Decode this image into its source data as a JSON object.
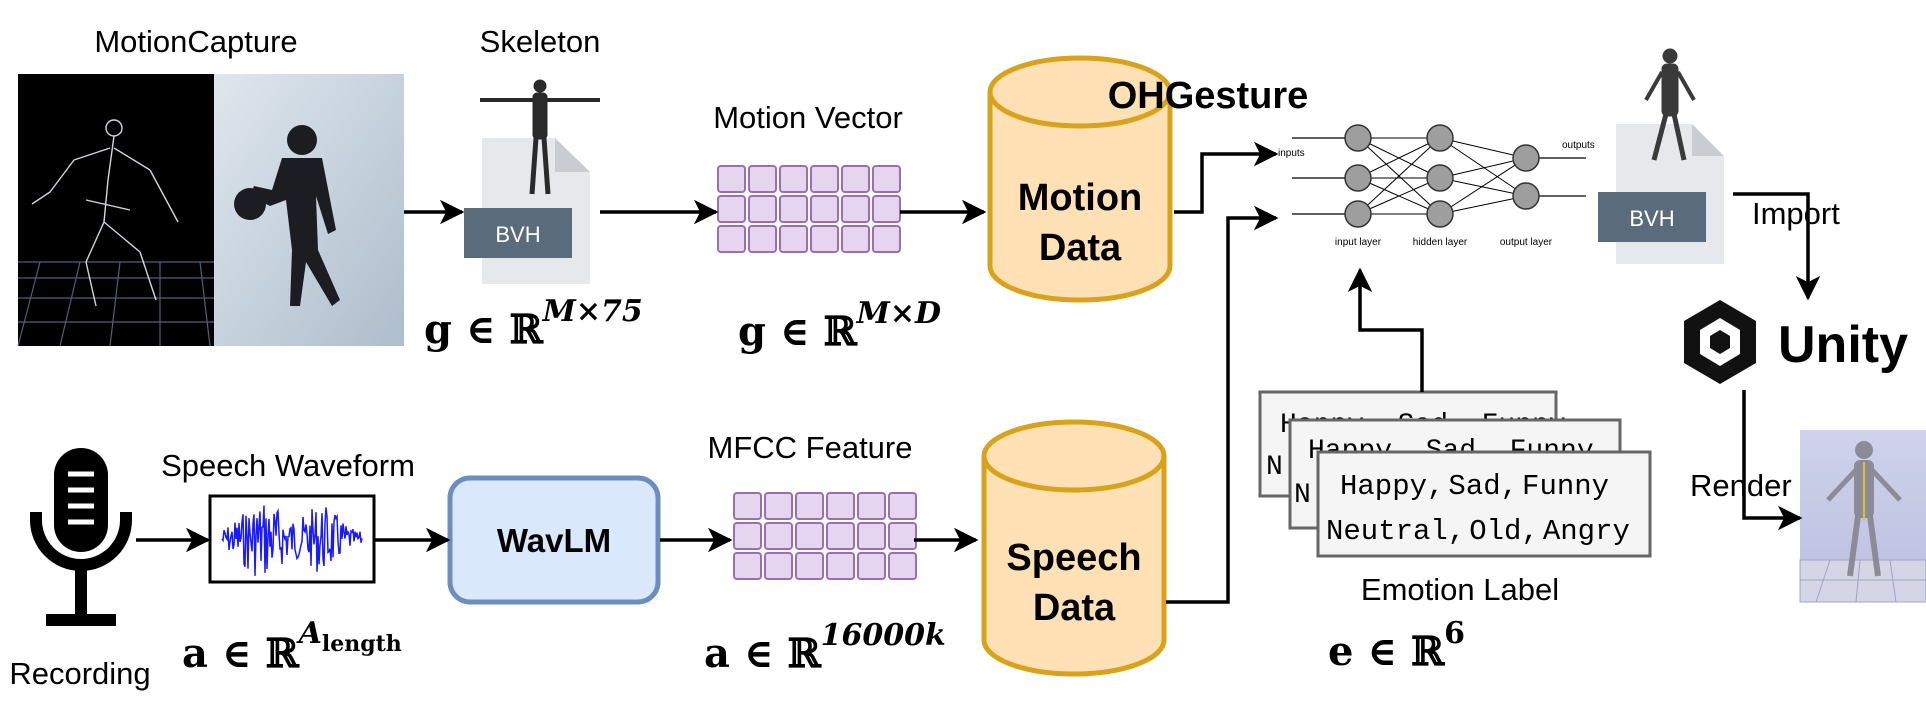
{
  "titles": {
    "motion_capture": "MotionCapture",
    "skeleton": "Skeleton",
    "motion_vector": "Motion Vector",
    "ohgesture": "OHGesture",
    "speech_waveform": "Speech Waveform",
    "mfcc_feature": "MFCC Feature",
    "emotion_label": "Emotion Label",
    "recording": "Recording"
  },
  "nodes": {
    "bvh_left": "BVH",
    "bvh_right": "BVH",
    "motion_data_l1": "Motion",
    "motion_data_l2": "Data",
    "speech_data_l1": "Speech",
    "speech_data_l2": "Data",
    "wavlm": "WavLM",
    "unity": "Unity"
  },
  "edges": {
    "import": "Import",
    "render": "Render"
  },
  "network": {
    "inputs": "inputs",
    "outputs": "outputs",
    "input_layer": "input layer",
    "hidden_layer": "hidden layer",
    "output_layer": "output layer"
  },
  "emotion": {
    "line1_a": "Happy,",
    "line1_b": "Sad,",
    "line1_c": "Funny",
    "line2_a": "Neutral,",
    "line2_b": "Old,",
    "line2_c": "Angry",
    "back_line1": "Happy, Sad, Funny",
    "back_n": "N"
  },
  "formulas": {
    "g_skeleton_base": "g ∈ ℝ",
    "g_skeleton_sup": "M×75",
    "g_motion_base": "g ∈ ℝ",
    "g_motion_sup": "M×D",
    "a_wave_base": "a ∈ ℝ",
    "a_wave_sup": "A",
    "a_wave_sub": "length",
    "a_mfcc_base": "a ∈ ℝ",
    "a_mfcc_sup": "16000k",
    "e_base": "e ∈ ℝ",
    "e_sup": "6"
  },
  "colors": {
    "bvh_box": "#5a6b7b",
    "doc_gray": "#e8eaed",
    "grid_fill": "#e6d5ef",
    "grid_stroke": "#9a6fb0",
    "cyl_fill": "#ffe1b5",
    "cyl_stroke": "#d9a21b",
    "wavlm_fill": "#dae8fc",
    "wavlm_stroke": "#6c8ebf",
    "waveform": "#1a1aff",
    "neuron": "#9e9e9e"
  }
}
